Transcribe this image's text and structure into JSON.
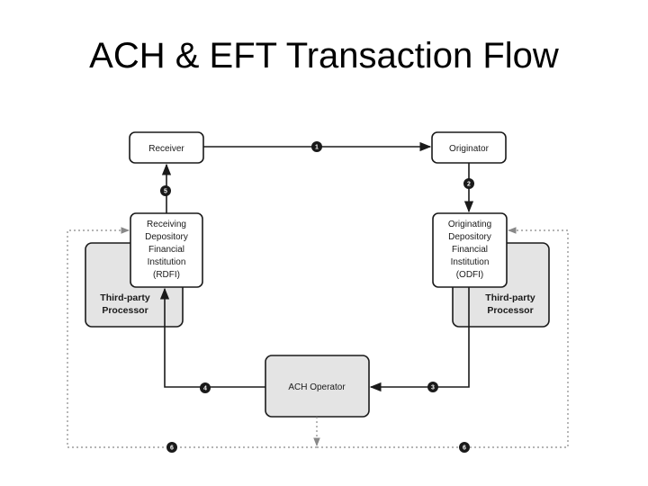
{
  "title": "ACH & EFT Transaction Flow",
  "nodes": {
    "receiver": "Receiver",
    "originator": "Originator",
    "rdfi": [
      "Receiving",
      "Depository",
      "Financial",
      "Institution",
      "(RDFI)"
    ],
    "odfi": [
      "Originating",
      "Depository",
      "Financial",
      "Institution",
      "(ODFI)"
    ],
    "third_party_left": [
      "Third-party",
      "Processor"
    ],
    "third_party_right": [
      "Third-party",
      "Processor"
    ],
    "ach_operator": "ACH Operator"
  },
  "steps": {
    "receiver_originator": "1",
    "originator_odfi": "2",
    "odfi_ach": "3",
    "ach_rdfi": "4",
    "rdfi_receiver": "5",
    "settlement_left": "6",
    "settlement_right": "6"
  },
  "colors": {
    "line": "#1a1a1a",
    "dotted": "#888888",
    "third_party_fill": "#e4e4e4"
  }
}
